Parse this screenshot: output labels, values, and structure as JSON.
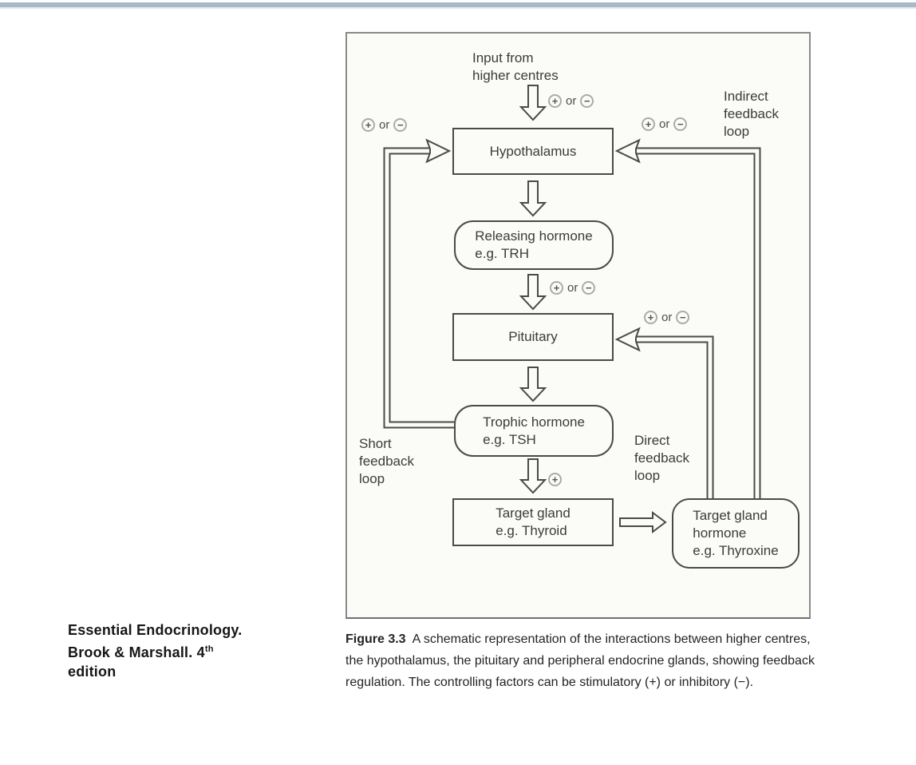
{
  "top_bar": {
    "color": "#a8b9c8"
  },
  "source_note": {
    "line1": "Essential Endocrinology.",
    "line2_main": "Brook & Marshall. 4",
    "line2_sup": "th",
    "line3": "edition"
  },
  "diagram": {
    "input_label": [
      "Input from",
      "higher centres"
    ],
    "boxes": {
      "hypothalamus": [
        "Hypothalamus"
      ],
      "releasing_hormone": [
        "Releasing hormone",
        "e.g. TRH"
      ],
      "pituitary": [
        "Pituitary"
      ],
      "trophic_hormone": [
        "Trophic hormone",
        "e.g. TSH"
      ],
      "target_gland": [
        "Target gland",
        "e.g. Thyroid"
      ],
      "target_gland_hormone": [
        "Target gland",
        "hormone",
        "e.g. Thyroxine"
      ]
    },
    "loop_labels": {
      "short": [
        "Short",
        "feedback",
        "loop"
      ],
      "direct": [
        "Direct",
        "feedback",
        "loop"
      ],
      "indirect": [
        "Indirect",
        "feedback",
        "loop"
      ]
    },
    "signs": {
      "plus": "+",
      "minus": "−",
      "or": "or"
    }
  },
  "caption": {
    "label": "Figure 3.3",
    "text": "A schematic representation of the interactions between higher centres, the hypothalamus, the pituitary and peripheral endocrine glands, showing feedback regulation. The controlling factors can be stimulatory (+) or inhibitory (−)."
  }
}
